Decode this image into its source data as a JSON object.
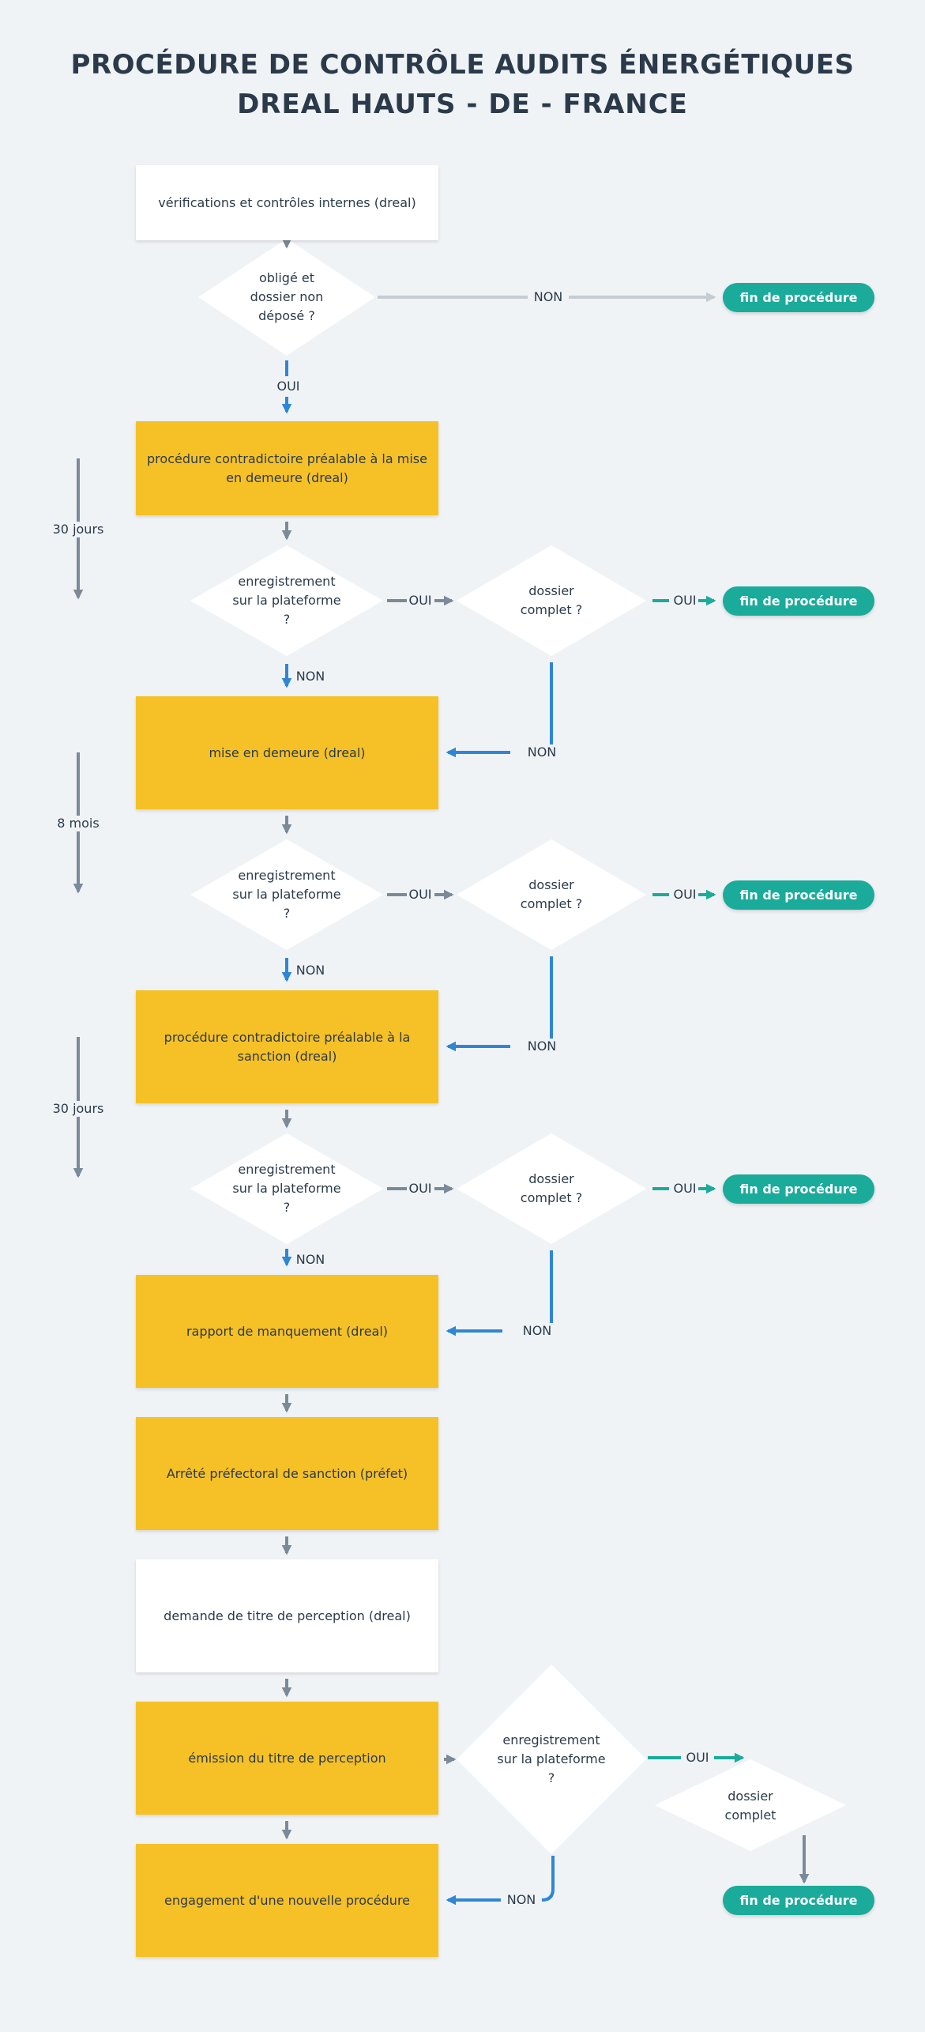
{
  "header": {
    "title": "PROCÉDURE DE CONTRÔLE AUDITS ÉNERGÉTIQUES",
    "subtitle": "DREAL HAUTS - DE - FRANCE"
  },
  "colors": {
    "background": "#f0f3f6",
    "step_yellow": "#f6c126",
    "step_white": "#ffffff",
    "end_teal": "#1aab9b",
    "arrow_gray": "#7b8a99",
    "arrow_blue": "#2e86d6",
    "arrow_teal": "#1aab9b",
    "line_lightgray": "#c5ccd3"
  },
  "steps": {
    "s1": "vérifications et contrôles internes (dreal)",
    "s2": "procédure contradictoire préalable à la mise en demeure (dreal)",
    "s3": "mise en demeure (dreal)",
    "s4": "procédure contradictoire préalable à la sanction (dreal)",
    "s5": "rapport de manquement (dreal)",
    "s6": "Arrêté préfectoral de sanction (préfet)",
    "s7": "demande de titre de perception (dreal)",
    "s8": "émission du titre de perception",
    "s9": "engagement d'une nouvelle procédure"
  },
  "decisions": {
    "d0": "obligé et dossier non déposé ?",
    "d1": "enregistrement sur la plateforme ?",
    "d1b": "dossier complet ?",
    "d2": "enregistrement sur la plateforme ?",
    "d2b": "dossier complet ?",
    "d3": "enregistrement sur la plateforme ?",
    "d3b": "dossier complet ?",
    "d4": "enregistrement sur la plateforme ?",
    "d4b": "dossier complet"
  },
  "ends": {
    "e0": "fin de procédure",
    "e1": "fin de procédure",
    "e2": "fin de procédure",
    "e3": "fin de procédure",
    "e4": "fin de procédure"
  },
  "labels": {
    "oui": "OUI",
    "non": "NON"
  },
  "delays": {
    "t1": "30 jours",
    "t2": "8 mois",
    "t3": "30 jours"
  }
}
